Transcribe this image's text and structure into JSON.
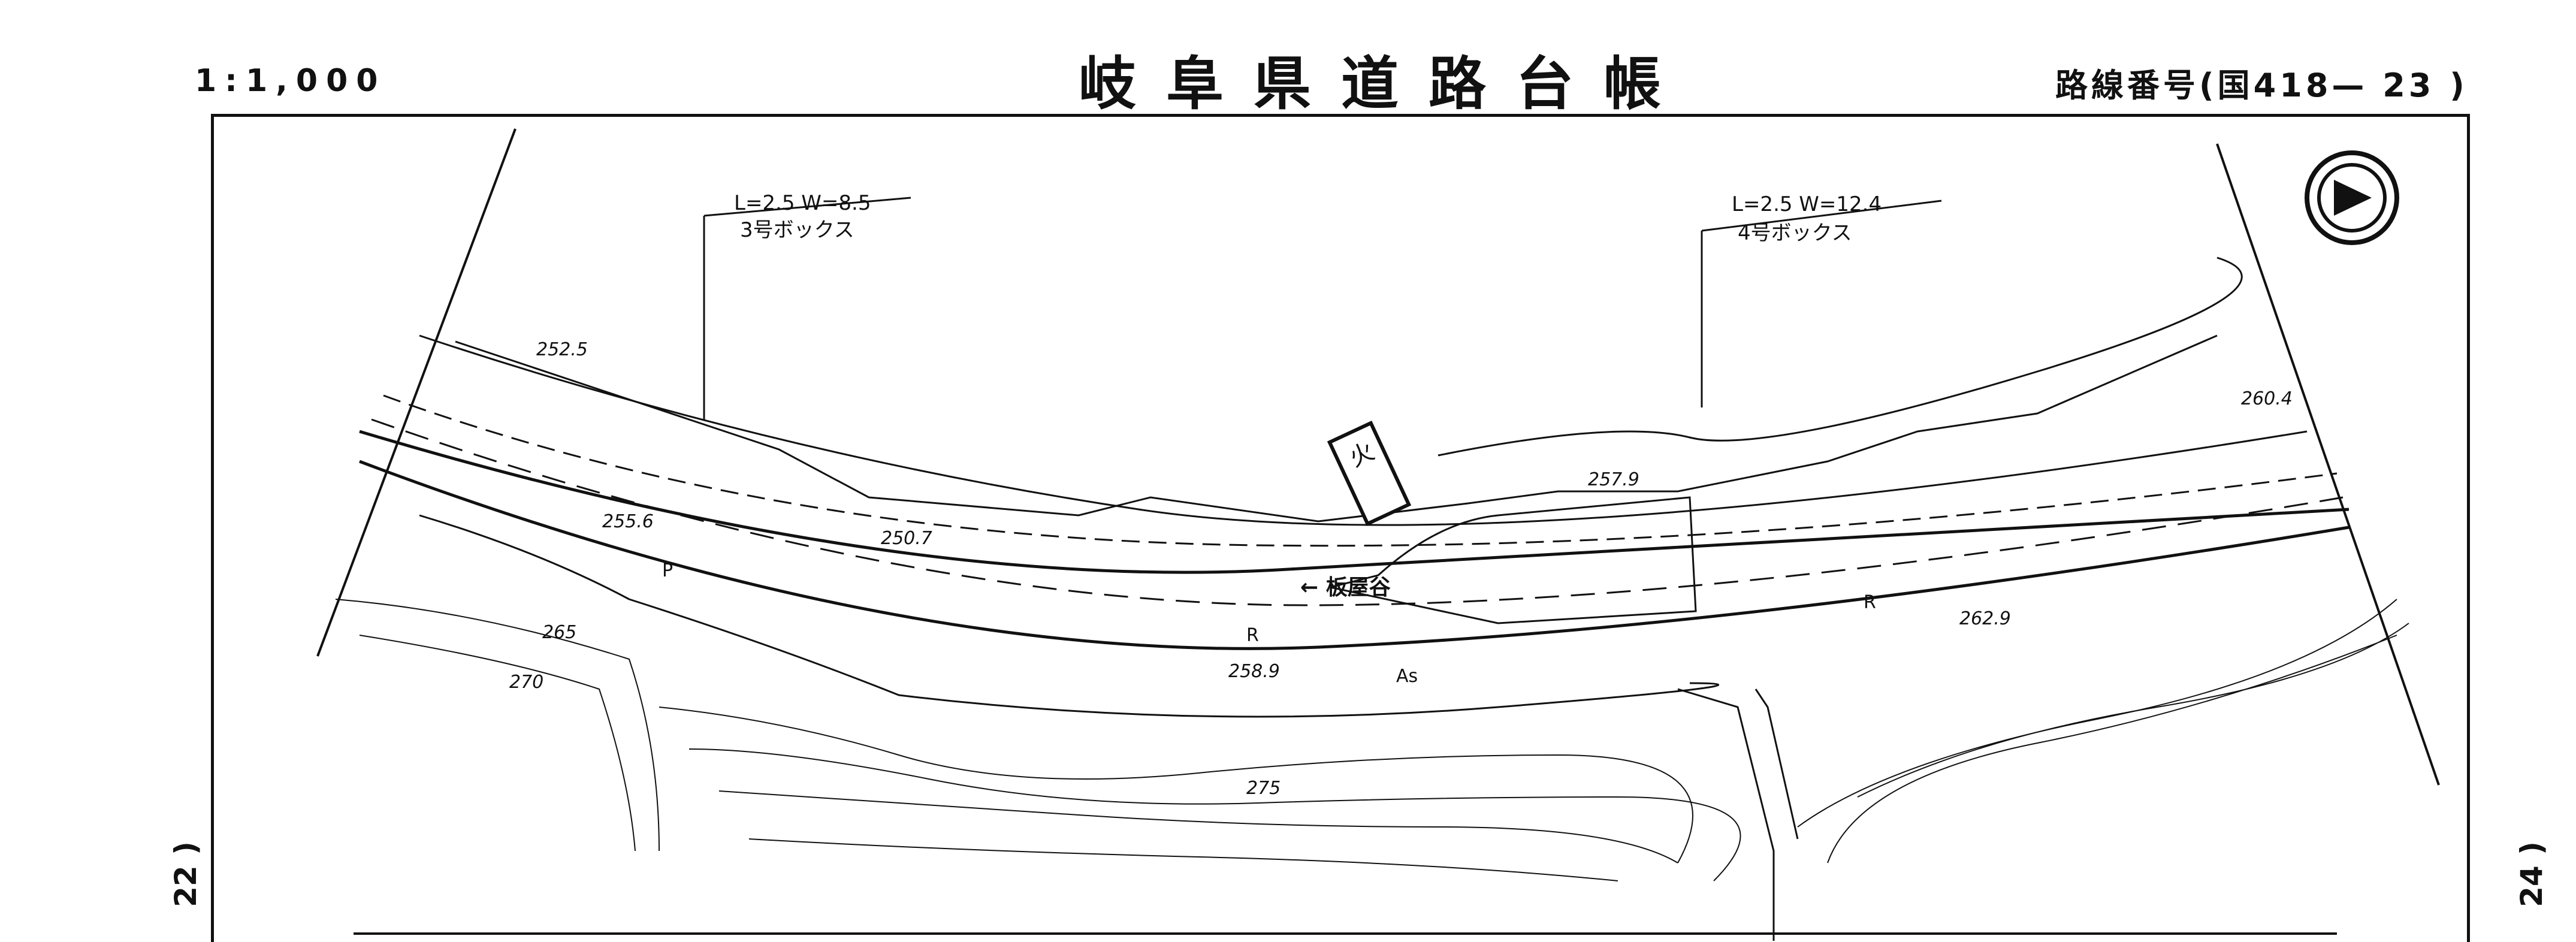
{
  "header": {
    "scale": "1:1,000",
    "title": "岐阜県道路台帳",
    "route_number": "路線番号(国418— 23 )"
  },
  "side_labels": {
    "left": "22 )",
    "right": "24 )"
  },
  "map": {
    "culverts": [
      {
        "dimensions": "L=2.5 W=8.5",
        "type": "3号ボックス"
      },
      {
        "dimensions": "L=2.5 W=12.4",
        "type": "4号ボックス"
      }
    ],
    "place_name": "← 板屋谷",
    "fire_hydrant_sign": "火",
    "elevations": [
      "252.5",
      "255.6",
      "250.7",
      "257.9",
      "258.9",
      "262.9",
      "260.4"
    ],
    "contour_labels": [
      "265",
      "270",
      "275"
    ],
    "road_labels": [
      "As",
      "R",
      "P",
      "R"
    ]
  }
}
